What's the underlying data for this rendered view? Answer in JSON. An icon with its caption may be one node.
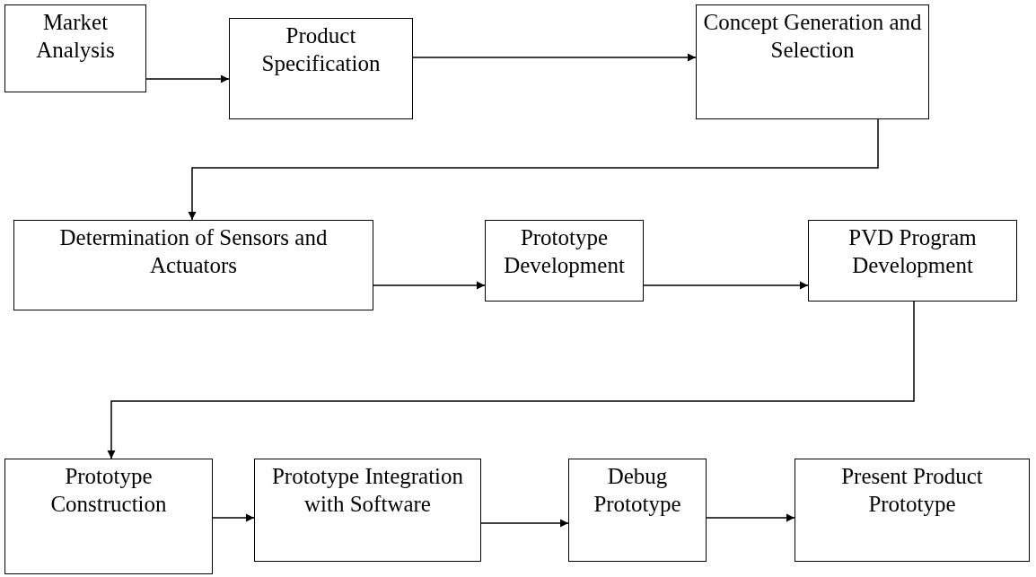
{
  "diagram": {
    "nodes": [
      {
        "text": [
          "Market Analysis"
        ]
      },
      {
        "text": [
          "Product Specification"
        ]
      },
      {
        "text": [
          "Concept Generation and Selection"
        ]
      },
      {
        "text": [
          "Determination of Sensors and Actuators"
        ]
      },
      {
        "text": [
          "Prototype Development"
        ]
      },
      {
        "text": [
          "PVD Program Development"
        ]
      },
      {
        "text": [
          "Prototype Construction"
        ]
      },
      {
        "text": [
          "Prototype Integration with Software"
        ]
      },
      {
        "text": [
          "Debug Prototype"
        ]
      },
      {
        "text": [
          "Present Product Prototype"
        ]
      }
    ],
    "edges": [
      {
        "from": 0,
        "to": 1,
        "arrow": "to"
      },
      {
        "from": 1,
        "to": 2,
        "arrow": "to"
      },
      {
        "from": 2,
        "to": 3,
        "arrow": "to"
      },
      {
        "from": 3,
        "to": 4,
        "arrow": "to"
      },
      {
        "from": 4,
        "to": 5,
        "arrow": "to"
      },
      {
        "from": 5,
        "to": 6,
        "arrow": "to"
      },
      {
        "from": 6,
        "to": 7,
        "arrow": "to"
      },
      {
        "from": 7,
        "to": 8,
        "arrow": "to"
      },
      {
        "from": 8,
        "to": 9,
        "arrow": "to"
      }
    ]
  }
}
